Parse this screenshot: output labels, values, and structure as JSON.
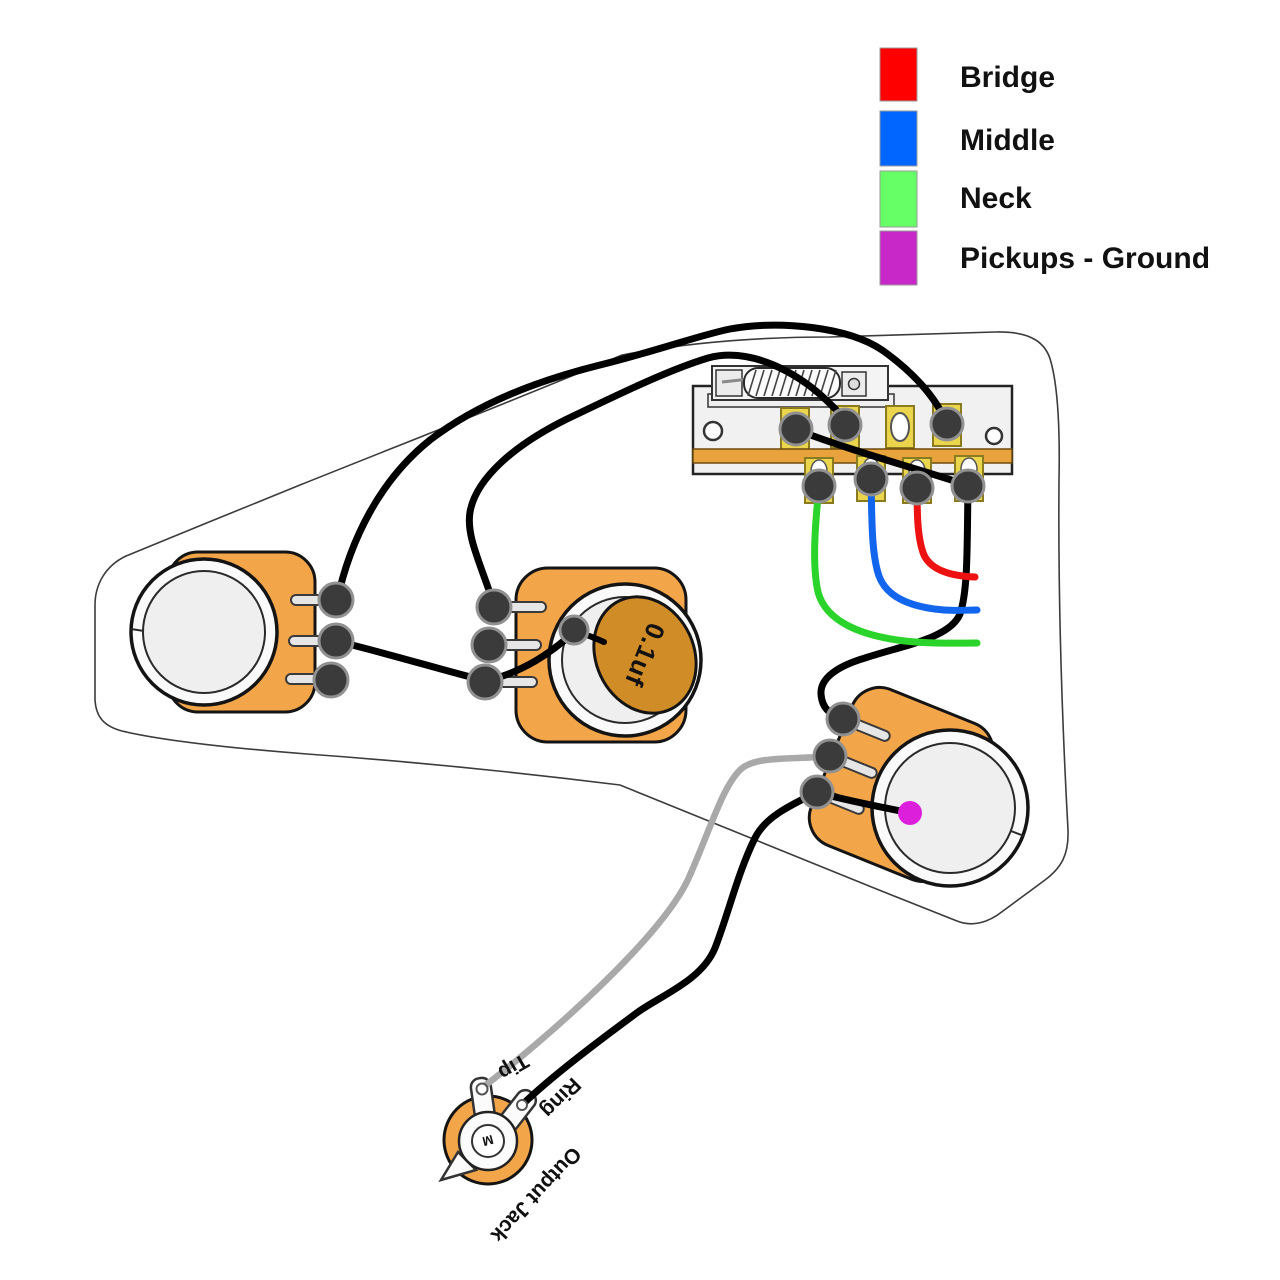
{
  "legend": {
    "items": [
      {
        "label": "Bridge",
        "color": "#FF0000"
      },
      {
        "label": "Middle",
        "color": "#0066FF"
      },
      {
        "label": "Neck",
        "color": "#66FF66"
      },
      {
        "label": "Pickups - Ground",
        "color": "#C928C9"
      }
    ]
  },
  "components": {
    "capacitor_label": "0.1uf",
    "jack_tip_label": "Tip",
    "jack_ring_label": "Ring",
    "output_jack_label": "Output Jack",
    "jack_center_mark": "M"
  },
  "colors": {
    "bridge_wire": "#EE1111",
    "middle_wire": "#1266EE",
    "neck_wire": "#2BD42B",
    "ground_dot": "#DB1FDB",
    "hot_wire": "#000000",
    "tip_wire": "#A9A9A9",
    "pot_body": "#F3A54A",
    "capacitor_body": "#D08C26",
    "lug_gold": "#EBD54D",
    "switch_strip": "#E8A33C"
  }
}
